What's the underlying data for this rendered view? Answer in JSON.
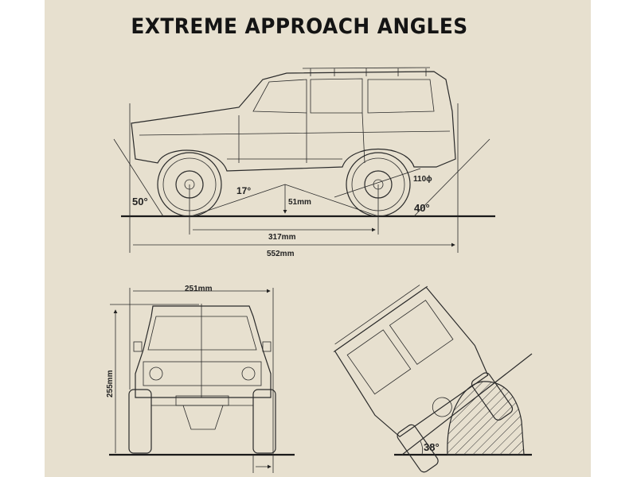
{
  "title": "EXTREME APPROACH ANGLES",
  "side_view": {
    "approach_angle": "50°",
    "breakover_angle": "17°",
    "departure_angle": "40°",
    "ground_clearance": "51mm",
    "tire_diameter": "110ϕ",
    "wheelbase": "317mm",
    "length": "552mm"
  },
  "front_view": {
    "width": "251mm",
    "height": "255mm"
  },
  "tilt_view": {
    "tilt_angle": "38°"
  },
  "colors": {
    "background": "#e7e0cf",
    "ink": "#1a1a1a"
  }
}
